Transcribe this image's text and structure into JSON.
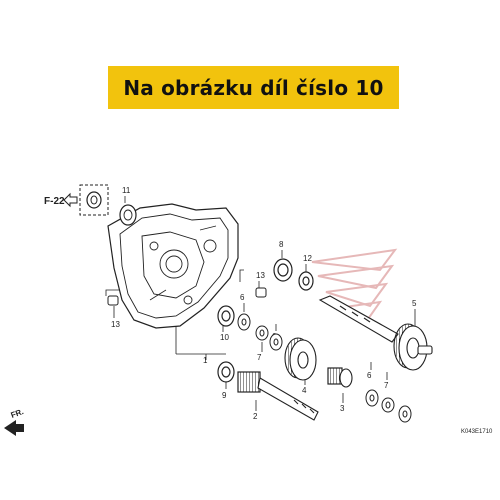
{
  "banner": {
    "text": "Na obrázku díl číslo 10",
    "color": "#f2c30d"
  },
  "diagram": {
    "ref_label": "F-22",
    "front_label": "FR.",
    "code": "K043E1710",
    "callouts": [
      "1",
      "2",
      "3",
      "4",
      "5",
      "6",
      "6",
      "6",
      "7",
      "7",
      "8",
      "9",
      "10",
      "11",
      "12",
      "13",
      "13"
    ]
  },
  "colors": {
    "line": "#222222",
    "watermark": "#e6b8b8"
  }
}
